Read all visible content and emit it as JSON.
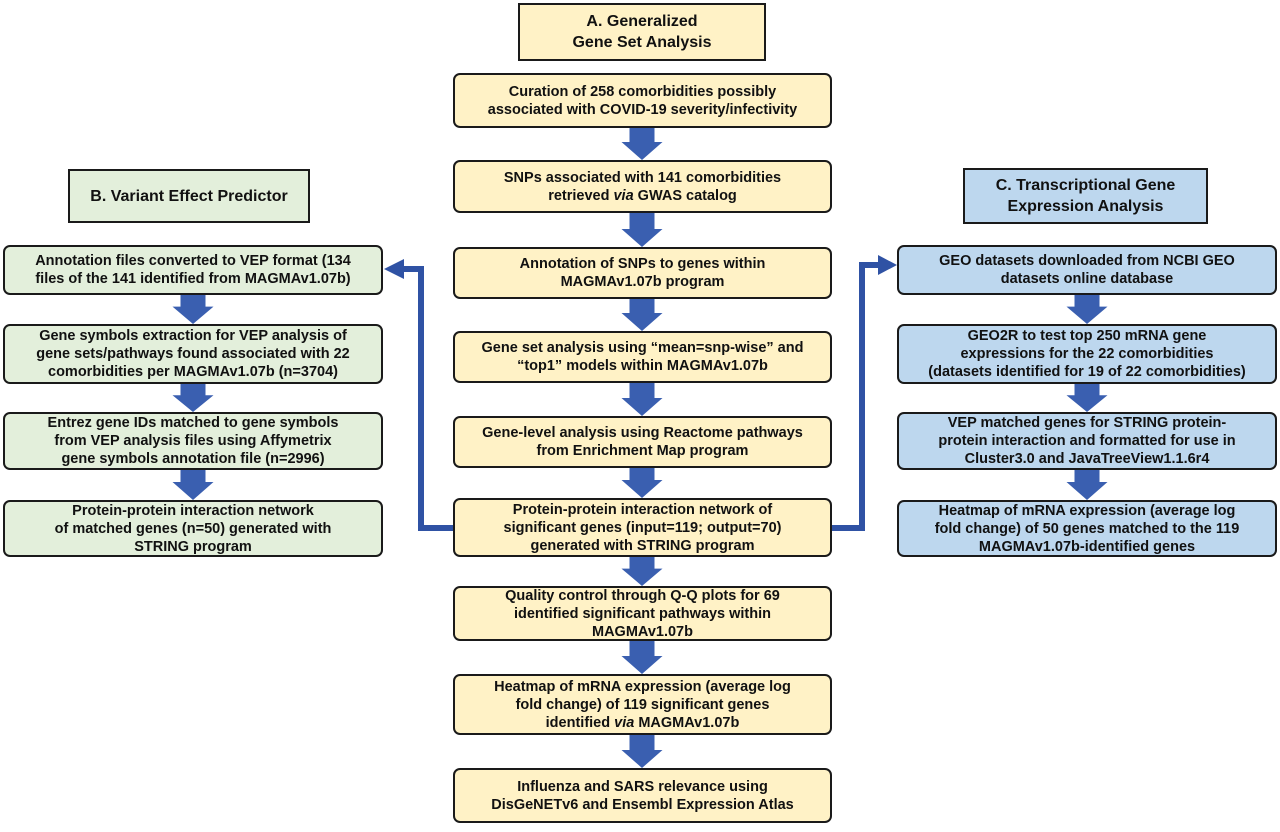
{
  "headers": {
    "a": "A.  Generalized\nGene Set Analysis",
    "b": "B. Variant Effect Predictor",
    "c": "C. Transcriptional Gene\nExpression Analysis"
  },
  "center_steps": [
    {
      "text": "Curation of 258 comorbidities possibly\nassociated with COVID-19 severity/infectivity"
    },
    {
      "pre": "SNPs associated with 141 comorbidities\nretrieved ",
      "em": "via",
      "post": " GWAS catalog"
    },
    {
      "text": "Annotation of SNPs to genes within\nMAGMAv1.07b program"
    },
    {
      "text": "Gene set analysis using “mean=snp-wise” and\n“top1” models within MAGMAv1.07b"
    },
    {
      "text": "Gene-level analysis using Reactome pathways\nfrom Enrichment Map program"
    },
    {
      "text": "Protein-protein interaction network of\nsignificant genes (input=119; output=70)\ngenerated with STRING program"
    },
    {
      "text": "Quality control through Q-Q plots for 69\nidentified significant pathways within\nMAGMAv1.07b"
    },
    {
      "pre": "Heatmap of mRNA expression (average log\nfold change) of 119 significant genes\nidentified ",
      "em": "via",
      "post": " MAGMAv1.07b"
    },
    {
      "text": "Influenza and SARS relevance using\nDisGeNETv6 and Ensembl Expression Atlas"
    }
  ],
  "left_steps": [
    "Annotation files converted to VEP format (134\nfiles of  the 141 identified from MAGMAv1.07b)",
    "Gene symbols extraction for VEP analysis of\ngene sets/pathways found associated with 22\ncomorbidities per MAGMAv1.07b (n=3704)",
    "Entrez gene IDs matched to gene symbols\nfrom VEP analysis files using Affymetrix\ngene symbols annotation file (n=2996)",
    "Protein-protein interaction network\nof matched genes (n=50) generated with\nSTRING program"
  ],
  "right_steps": [
    "GEO datasets downloaded from NCBI GEO\ndatasets online database",
    "GEO2R to test top 250 mRNA gene\nexpressions for the 22 comorbidities\n(datasets identified for 19 of 22 comorbidities)",
    "VEP matched genes for STRING protein-\nprotein interaction and formatted for use in\nCluster3.0 and JavaTreeView1.1.6r4",
    "Heatmap of mRNA expression (average log\nfold change) of 50 genes matched to the 119\nMAGMAv1.07b-identified genes"
  ],
  "colors": {
    "center_fill": "#fff2c6",
    "left_fill": "#e3efdb",
    "right_fill": "#bdd7ee",
    "arrow": "#3a5fb0",
    "connector": "#2f52a4"
  }
}
